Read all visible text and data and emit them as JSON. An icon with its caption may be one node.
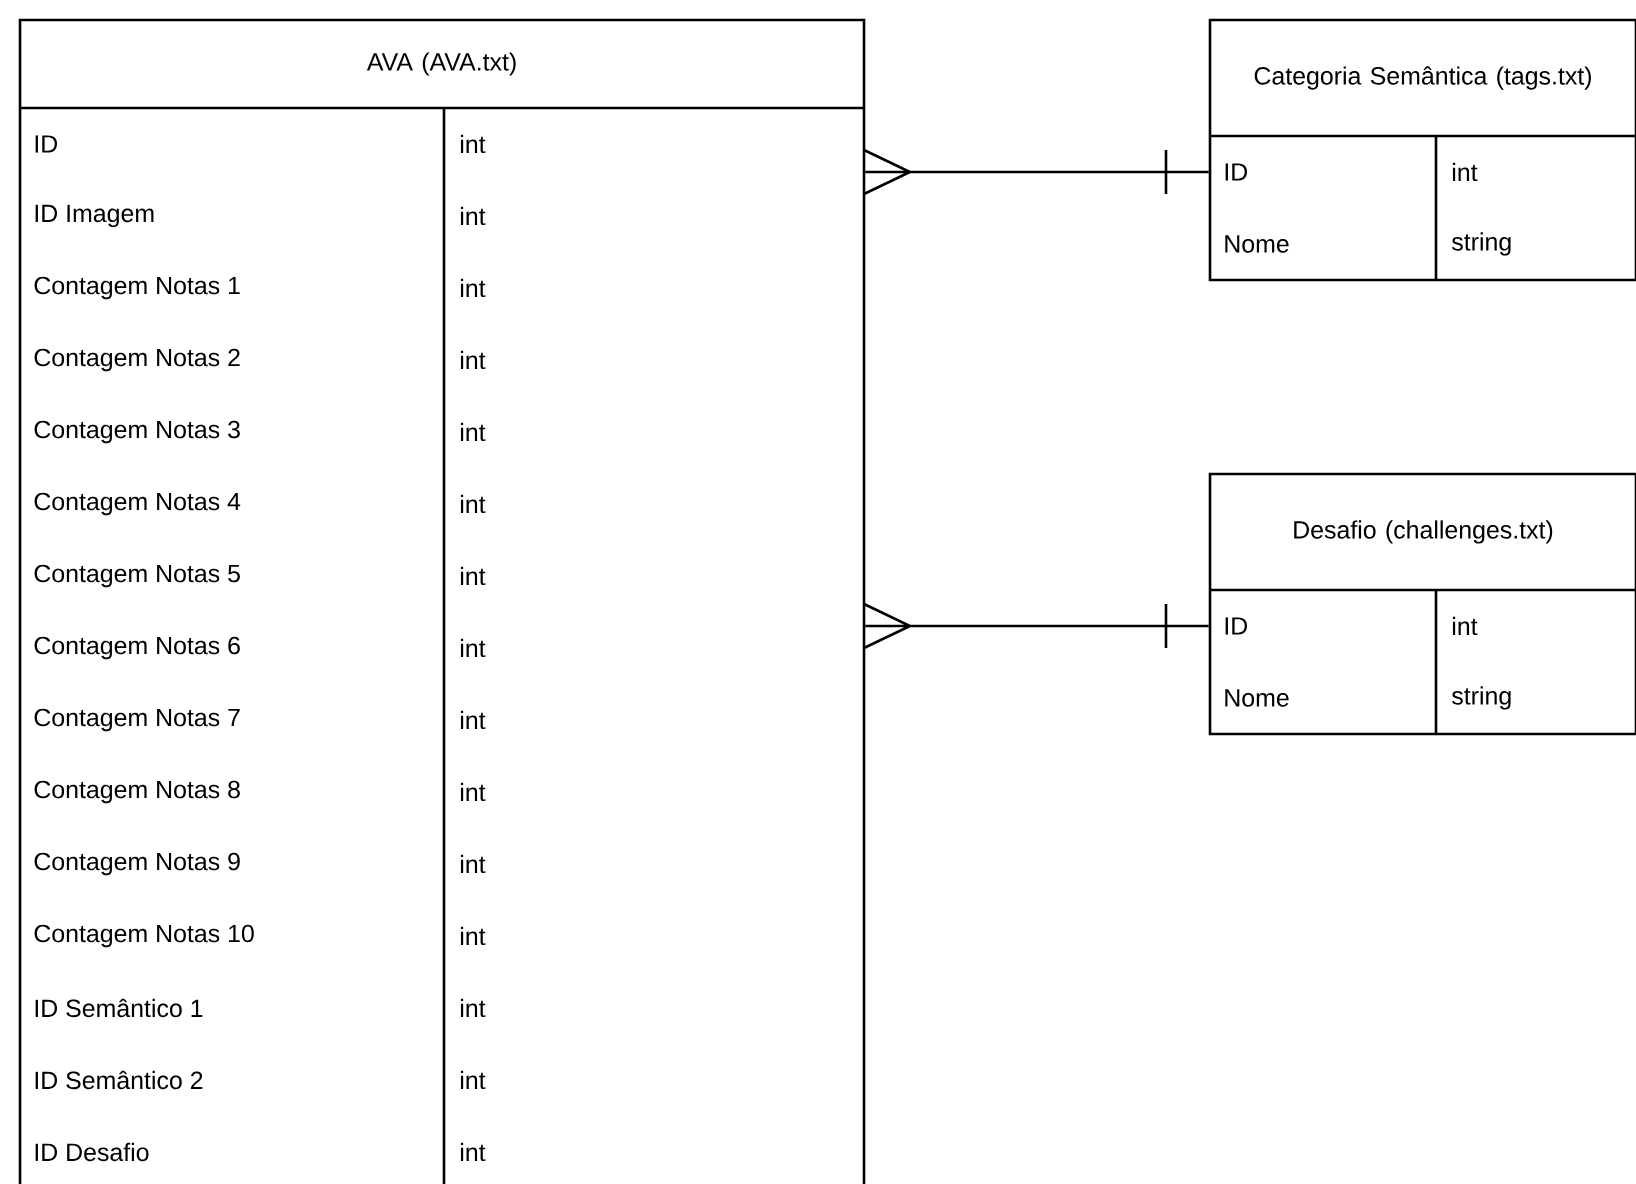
{
  "diagram": {
    "nodes": [
      {
        "text": [
          "AVA (AVA.txt)"
        ]
      },
      {
        "text": [
          "ID",
          "int"
        ],
        "in": 0
      },
      {
        "text": [
          "ID Imagem",
          "int"
        ],
        "in": 0
      },
      {
        "text": [
          "Contagem Notas 1",
          "int"
        ],
        "in": 0
      },
      {
        "text": [
          "Contagem Notas 2",
          "int"
        ],
        "in": 0
      },
      {
        "text": [
          "Contagem Notas 3",
          "int"
        ],
        "in": 0
      },
      {
        "text": [
          "Contagem Notas 4",
          "int"
        ],
        "in": 0
      },
      {
        "text": [
          "Contagem Notas 5",
          "int"
        ],
        "in": 0
      },
      {
        "text": [
          "Contagem Notas 6",
          "int"
        ],
        "in": 0
      },
      {
        "text": [
          "Contagem Notas 7",
          "int"
        ],
        "in": 0
      },
      {
        "text": [
          "Contagem Notas 8",
          "int"
        ],
        "in": 0
      },
      {
        "text": [
          "Contagem Notas 9",
          "int"
        ],
        "in": 0
      },
      {
        "text": [
          "Contagem Notas 10",
          "int"
        ],
        "in": 0
      },
      {
        "text": [
          "ID Semântico 1",
          "int"
        ],
        "in": 0
      },
      {
        "text": [
          "ID Semântico 2",
          "int"
        ],
        "in": 0
      },
      {
        "text": [
          "ID Desafio",
          "int"
        ],
        "in": 0
      },
      {
        "text": [
          "Categoria Semântica (tags.txt)"
        ]
      },
      {
        "text": [
          "ID",
          "int"
        ],
        "in": 16
      },
      {
        "text": [
          "Nome",
          "string"
        ],
        "in": 16
      },
      {
        "text": [
          "Desafio (challenges.txt)"
        ]
      },
      {
        "text": [
          "ID",
          "int"
        ],
        "in": 19
      },
      {
        "text": [
          "Nome",
          "string"
        ],
        "in": 19
      }
    ],
    "edges": [
      {
        "from": 0,
        "to": 17,
        "arrow": "other"
      },
      {
        "from": 0,
        "to": 20,
        "arrow": "other"
      }
    ]
  }
}
